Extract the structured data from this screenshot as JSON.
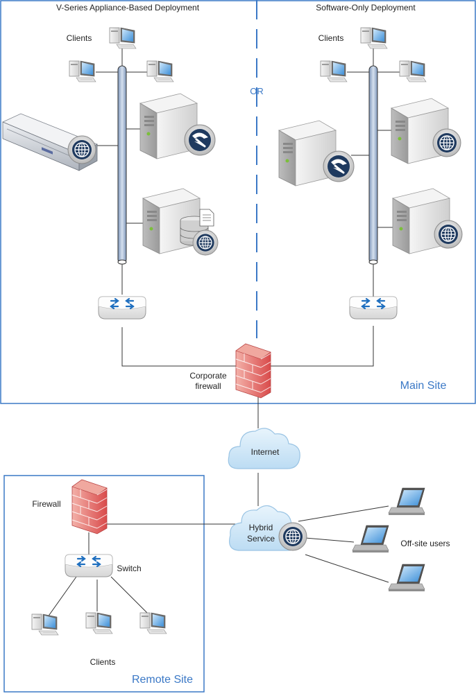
{
  "headings": {
    "appliance": "V-Series Appliance-Based Deployment",
    "software": "Software-Only Deployment"
  },
  "separator": "OR",
  "labels": {
    "clients_left": "Clients",
    "clients_right": "Clients",
    "firewall_line1": "Corporate",
    "firewall_line2": "firewall",
    "internet": "Internet",
    "hybrid_line1": "Hybrid",
    "hybrid_line2": "Service",
    "offsite": "Off-site users",
    "remote_firewall": "Firewall",
    "remote_switch": "Switch",
    "remote_clients": "Clients"
  },
  "sites": {
    "main": "Main Site",
    "remote": "Remote Site"
  },
  "colors": {
    "site_border": "#3a78c6",
    "site_text": "#3a78c6",
    "backbone": "#a9bcd6",
    "firewall_brick": "#e05a5a",
    "cloud": "#cfe6f7",
    "globe": "#1f3a5f"
  }
}
